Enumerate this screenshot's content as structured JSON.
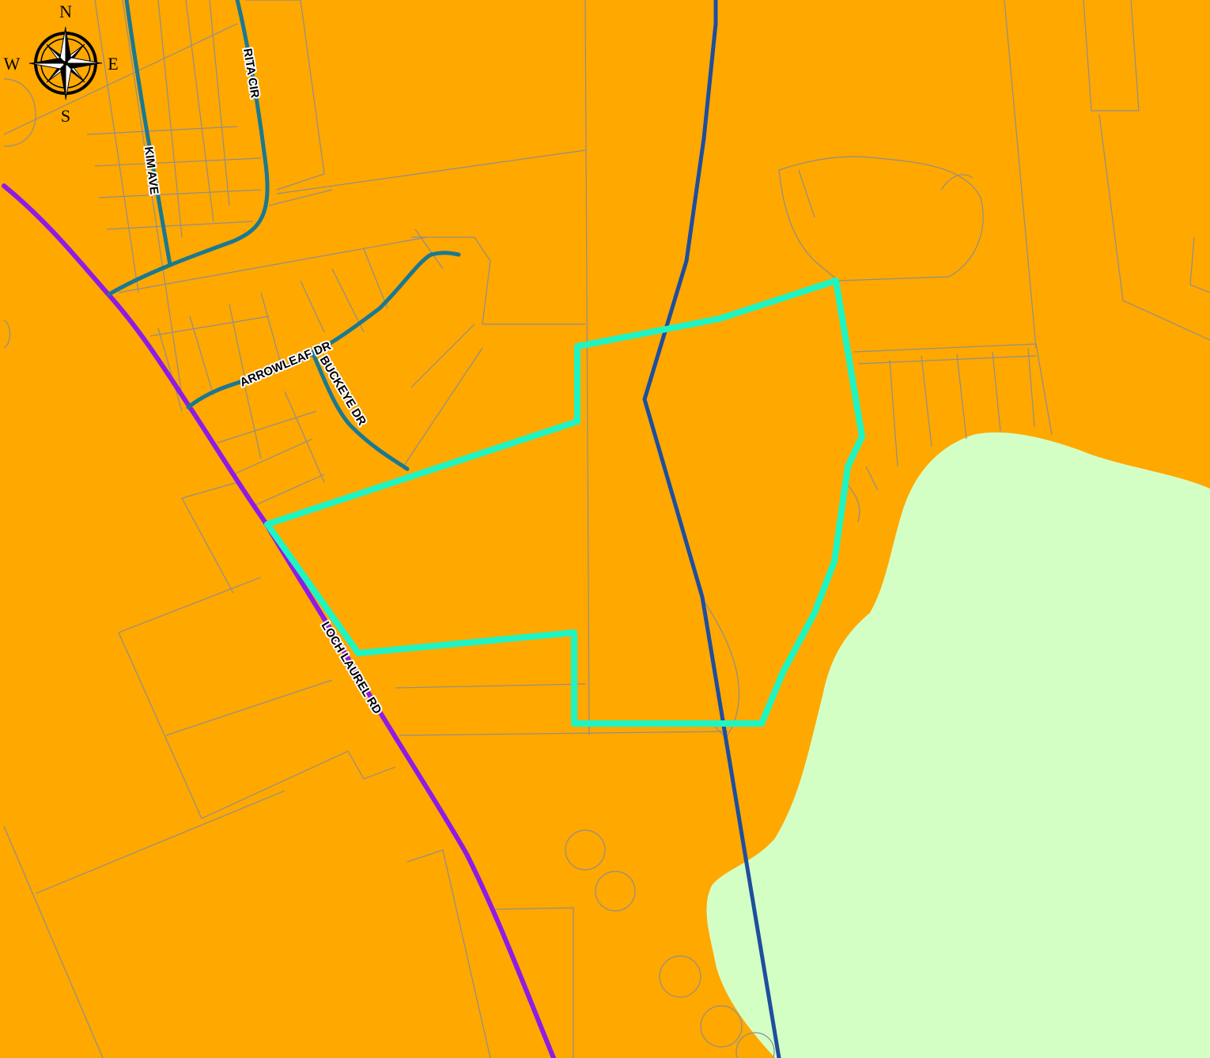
{
  "map": {
    "colors": {
      "land": "#FFA800",
      "water": "#D4FFC4",
      "parcel_line": "#8E8E8E",
      "highway": "#8E1BE6",
      "local_street": "#1B7891",
      "transmission_line": "#1E4E9E",
      "subject_boundary": "#1EF5C2",
      "label_halo": "#FFFFFF"
    },
    "compass": {
      "north": "N",
      "south": "S",
      "east": "E",
      "west": "W",
      "icon": "compass-rose-icon"
    },
    "roads": {
      "loch_laurel": "LOCH LAUREL RD",
      "kim_ave": "KIM AVE",
      "rita_cir": "RITA CIR",
      "arrowleaf": "ARROWLEAF DR",
      "buckeye": "BUCKEYE DR"
    }
  }
}
